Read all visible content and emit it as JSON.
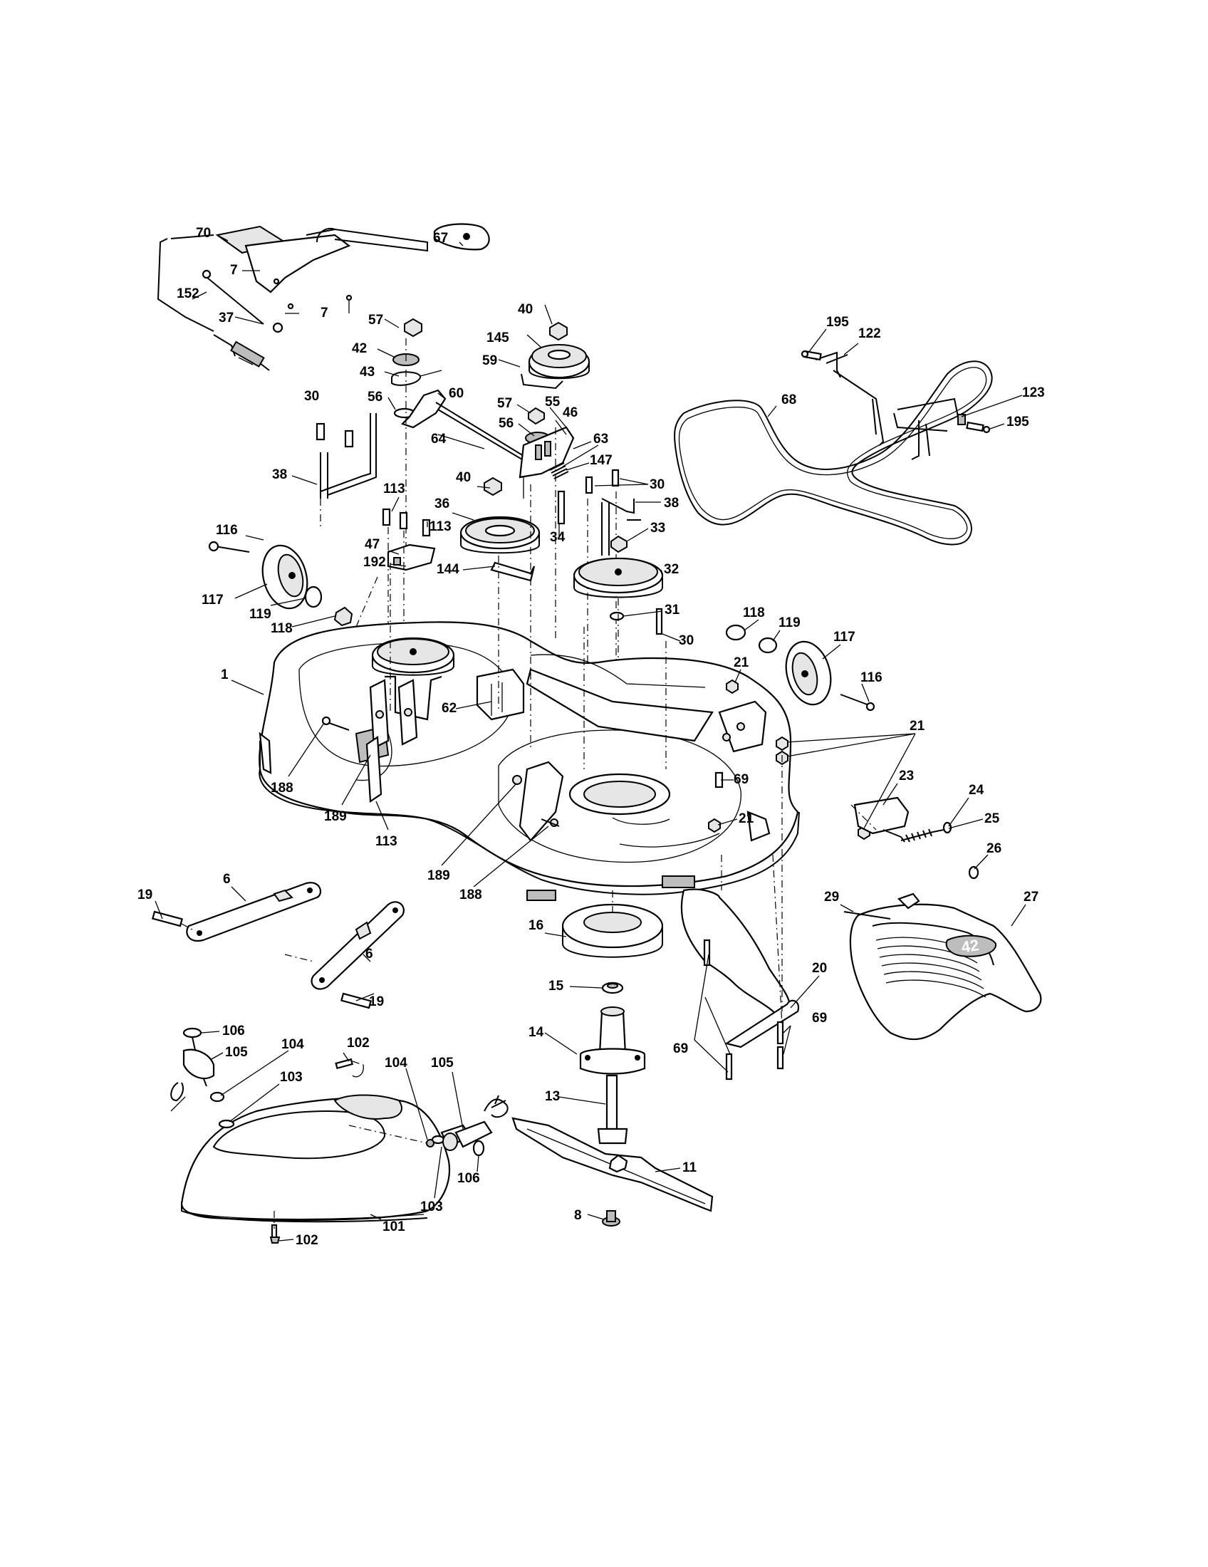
{
  "diagram": {
    "logo_text": "42",
    "labels": [
      {
        "id": "70",
        "text": "70"
      },
      {
        "id": "67",
        "text": "67"
      },
      {
        "id": "7a",
        "text": "7"
      },
      {
        "id": "7b",
        "text": "7"
      },
      {
        "id": "152",
        "text": "152"
      },
      {
        "id": "37",
        "text": "37"
      },
      {
        "id": "40a",
        "text": "40"
      },
      {
        "id": "57a",
        "text": "57"
      },
      {
        "id": "145",
        "text": "145"
      },
      {
        "id": "42",
        "text": "42"
      },
      {
        "id": "59",
        "text": "59"
      },
      {
        "id": "43",
        "text": "43"
      },
      {
        "id": "56a",
        "text": "56"
      },
      {
        "id": "60",
        "text": "60"
      },
      {
        "id": "57b",
        "text": "57"
      },
      {
        "id": "55",
        "text": "55"
      },
      {
        "id": "46",
        "text": "46"
      },
      {
        "id": "56b",
        "text": "56"
      },
      {
        "id": "63",
        "text": "63"
      },
      {
        "id": "64",
        "text": "64"
      },
      {
        "id": "147",
        "text": "147"
      },
      {
        "id": "30a",
        "text": "30"
      },
      {
        "id": "40b",
        "text": "40"
      },
      {
        "id": "30b",
        "text": "30"
      },
      {
        "id": "38a",
        "text": "38"
      },
      {
        "id": "38b",
        "text": "38"
      },
      {
        "id": "113a",
        "text": "113"
      },
      {
        "id": "36",
        "text": "36"
      },
      {
        "id": "113b",
        "text": "113"
      },
      {
        "id": "34",
        "text": "34"
      },
      {
        "id": "33",
        "text": "33"
      },
      {
        "id": "116a",
        "text": "116"
      },
      {
        "id": "47",
        "text": "47"
      },
      {
        "id": "192",
        "text": "192"
      },
      {
        "id": "144",
        "text": "144"
      },
      {
        "id": "32",
        "text": "32"
      },
      {
        "id": "117a",
        "text": "117"
      },
      {
        "id": "119a",
        "text": "119"
      },
      {
        "id": "118a",
        "text": "118"
      },
      {
        "id": "31",
        "text": "31"
      },
      {
        "id": "118b",
        "text": "118"
      },
      {
        "id": "119b",
        "text": "119"
      },
      {
        "id": "30c",
        "text": "30"
      },
      {
        "id": "117b",
        "text": "117"
      },
      {
        "id": "1",
        "text": "1"
      },
      {
        "id": "21a",
        "text": "21"
      },
      {
        "id": "116b",
        "text": "116"
      },
      {
        "id": "62",
        "text": "62"
      },
      {
        "id": "21b",
        "text": "21"
      },
      {
        "id": "188a",
        "text": "188"
      },
      {
        "id": "23",
        "text": "23"
      },
      {
        "id": "69a",
        "text": "69"
      },
      {
        "id": "189a",
        "text": "189"
      },
      {
        "id": "113c",
        "text": "113"
      },
      {
        "id": "21c",
        "text": "21"
      },
      {
        "id": "24",
        "text": "24"
      },
      {
        "id": "25",
        "text": "25"
      },
      {
        "id": "26",
        "text": "26"
      },
      {
        "id": "189b",
        "text": "189"
      },
      {
        "id": "188b",
        "text": "188"
      },
      {
        "id": "6a",
        "text": "6"
      },
      {
        "id": "19a",
        "text": "19"
      },
      {
        "id": "29",
        "text": "29"
      },
      {
        "id": "27",
        "text": "27"
      },
      {
        "id": "16",
        "text": "16"
      },
      {
        "id": "6b",
        "text": "6"
      },
      {
        "id": "20",
        "text": "20"
      },
      {
        "id": "19b",
        "text": "19"
      },
      {
        "id": "15",
        "text": "15"
      },
      {
        "id": "69b",
        "text": "69"
      },
      {
        "id": "106a",
        "text": "106"
      },
      {
        "id": "14",
        "text": "14"
      },
      {
        "id": "69c",
        "text": "69"
      },
      {
        "id": "105a",
        "text": "105"
      },
      {
        "id": "104a",
        "text": "104"
      },
      {
        "id": "102a",
        "text": "102"
      },
      {
        "id": "104b",
        "text": "104"
      },
      {
        "id": "105b",
        "text": "105"
      },
      {
        "id": "103a",
        "text": "103"
      },
      {
        "id": "13",
        "text": "13"
      },
      {
        "id": "106b",
        "text": "106"
      },
      {
        "id": "11",
        "text": "11"
      },
      {
        "id": "103b",
        "text": "103"
      },
      {
        "id": "8",
        "text": "8"
      },
      {
        "id": "101",
        "text": "101"
      },
      {
        "id": "102b",
        "text": "102"
      },
      {
        "id": "195a",
        "text": "195"
      },
      {
        "id": "122",
        "text": "122"
      },
      {
        "id": "68",
        "text": "68"
      },
      {
        "id": "123",
        "text": "123"
      },
      {
        "id": "195b",
        "text": "195"
      }
    ]
  }
}
